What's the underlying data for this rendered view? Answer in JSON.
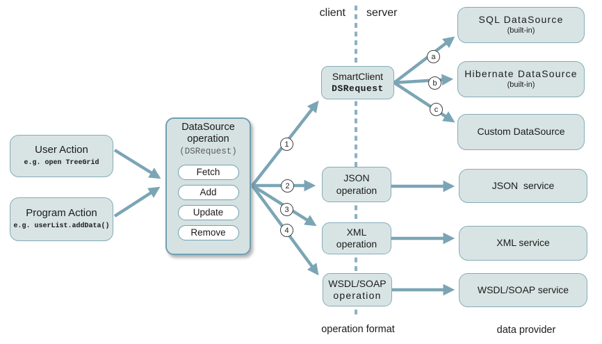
{
  "diagram": {
    "divider_labels": {
      "client": "client",
      "server": "server"
    },
    "column_labels": {
      "operation_format": "operation format",
      "data_provider": "data provider"
    },
    "sources": {
      "user_action": {
        "title": "User Action",
        "example": "e.g. open TreeGrid"
      },
      "program_action": {
        "title": "Program Action",
        "example": "e.g. userList.addData()"
      }
    },
    "datasource_operation": {
      "title_line1": "DataSource",
      "title_line2": "operation",
      "request_class": "(DSRequest)",
      "operations": [
        "Fetch",
        "Add",
        "Update",
        "Remove"
      ]
    },
    "client_request": {
      "title": "SmartClient",
      "request_class": "DSRequest"
    },
    "operation_formats": {
      "json": {
        "line1": "JSON",
        "line2": "operation"
      },
      "xml": {
        "line1": "XML",
        "line2": "operation"
      },
      "wsdl": {
        "line1": "WSDL/SOAP",
        "line2": "operation"
      }
    },
    "data_providers": {
      "sql": {
        "title": "SQL DataSource",
        "note": "(built-in)"
      },
      "hibernate": {
        "title": "Hibernate DataSource",
        "note": "(built-in)"
      },
      "custom": {
        "title": "Custom DataSource"
      },
      "json_service": {
        "title": "JSON  service"
      },
      "xml_service": {
        "title": "XML service"
      },
      "wsdl_service": {
        "title": "WSDL/SOAP service"
      }
    },
    "markers": {
      "n1": "1",
      "n2": "2",
      "n3": "3",
      "n4": "4",
      "a": "a",
      "b": "b",
      "c": "c"
    }
  },
  "colors": {
    "box_fill": "#d8e4e3",
    "box_border": "#84abb9",
    "big_box_border": "#6f9fb2",
    "arrow": "#7ba5b5",
    "divider": "#8db1c0",
    "text": "#1a1a1a",
    "muted_mono_text": "#5d5d5d"
  }
}
